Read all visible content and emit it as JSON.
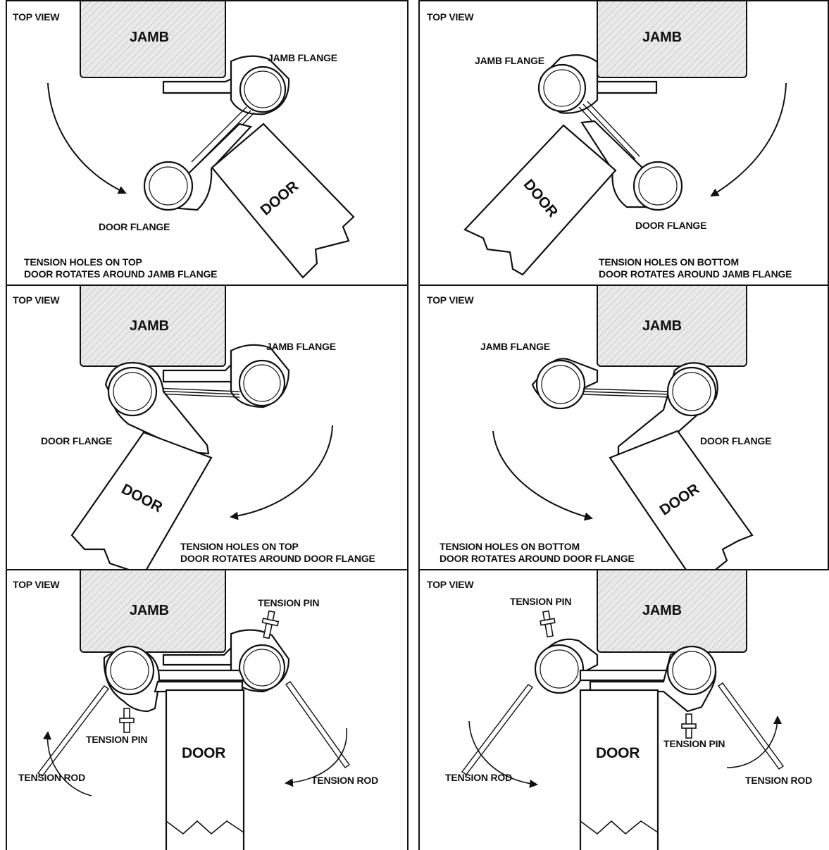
{
  "panels": [
    {
      "top_view": "TOP VIEW",
      "jamb": "JAMB",
      "jamb_flange": "JAMB FLANGE",
      "door_flange": "DOOR FLANGE",
      "door": "DOOR",
      "caption_line1": "TENSION HOLES ON TOP",
      "caption_line2": "DOOR ROTATES AROUND JAMB FLANGE"
    },
    {
      "top_view": "TOP VIEW",
      "jamb": "JAMB",
      "jamb_flange": "JAMB FLANGE",
      "door_flange": "DOOR FLANGE",
      "door": "DOOR",
      "caption_line1": "TENSION HOLES ON BOTTOM",
      "caption_line2": "DOOR ROTATES AROUND JAMB FLANGE"
    },
    {
      "top_view": "TOP VIEW",
      "jamb": "JAMB",
      "jamb_flange": "JAMB FLANGE",
      "door_flange": "DOOR FLANGE",
      "door": "DOOR",
      "caption_line1": "TENSION HOLES ON TOP",
      "caption_line2": "DOOR ROTATES AROUND DOOR FLANGE"
    },
    {
      "top_view": "TOP VIEW",
      "jamb": "JAMB",
      "jamb_flange": "JAMB FLANGE",
      "door_flange": "DOOR FLANGE",
      "door": "DOOR",
      "caption_line1": "TENSION HOLES ON BOTTOM",
      "caption_line2": "DOOR ROTATES AROUND DOOR FLANGE"
    },
    {
      "top_view": "TOP VIEW",
      "jamb": "JAMB",
      "door": "DOOR",
      "tension_pin_top": "TENSION PIN",
      "tension_pin_bottom": "TENSION PIN",
      "tension_rod_left": "TENSION ROD",
      "tension_rod_right": "TENSION ROD"
    },
    {
      "top_view": "TOP VIEW",
      "jamb": "JAMB",
      "door": "DOOR",
      "tension_pin_top": "TENSION PIN",
      "tension_pin_bottom": "TENSION PIN",
      "tension_rod_left": "TENSION ROD",
      "tension_rod_right": "TENSION ROD"
    }
  ],
  "colors": {
    "line": "#111111",
    "jamb_fill": "#e9e9e9",
    "hatch": "#bdbdbd",
    "background": "#ffffff"
  }
}
